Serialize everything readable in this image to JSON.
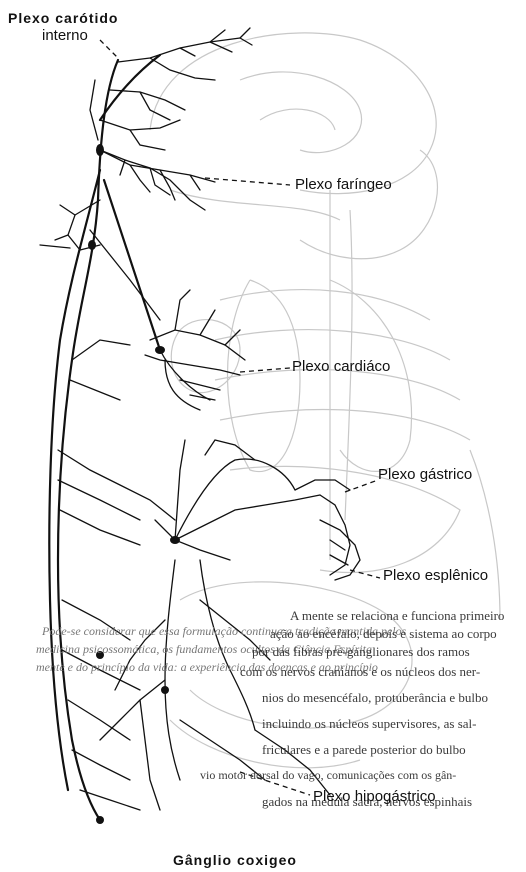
{
  "labels": {
    "carotid_line1": "Plexo carótido",
    "carotid_line2": "interno",
    "pharyngeal": "Plexo faríngeo",
    "cardiac": "Plexo cardiáco",
    "gastric": "Plexo gástrico",
    "splenic": "Plexo esplênico",
    "hypogastric": "Plexo hipogástrico",
    "coccygeal": "Gânglio coxigeo"
  },
  "overlay_text": {
    "faint_lines": [
      "Pode-se considerar que essa formulação continua a tradição mantida pelos",
      "medicina psicossomática, os fundamentos ocultos da Ciência Espírita",
      "mente e do princípio da vida: a experiência das doenças e ao princípio"
    ],
    "dark_lines": [
      "A mente se relaciona e funciona primeiro",
      "ação ao encéfalo, depois e sistema ao corpo",
      "por das fibras pré-ganglionares dos ramos",
      "com os nervos cranianos e os núcleos dos ner-",
      "nios do mesencéfalo, protuberância e bulbo",
      "incluindo os núcleos supervisores, as sal-",
      "friculares e a parede posterior do bulbo",
      "vio motor dorsal do vago, comunicações com os gân-",
      "gados na medula sacra, nervos espinhais"
    ]
  },
  "colors": {
    "ink": "#111111",
    "faint_anatomy": "#c8c8c8",
    "text_overlay": "#3a3a3a"
  }
}
